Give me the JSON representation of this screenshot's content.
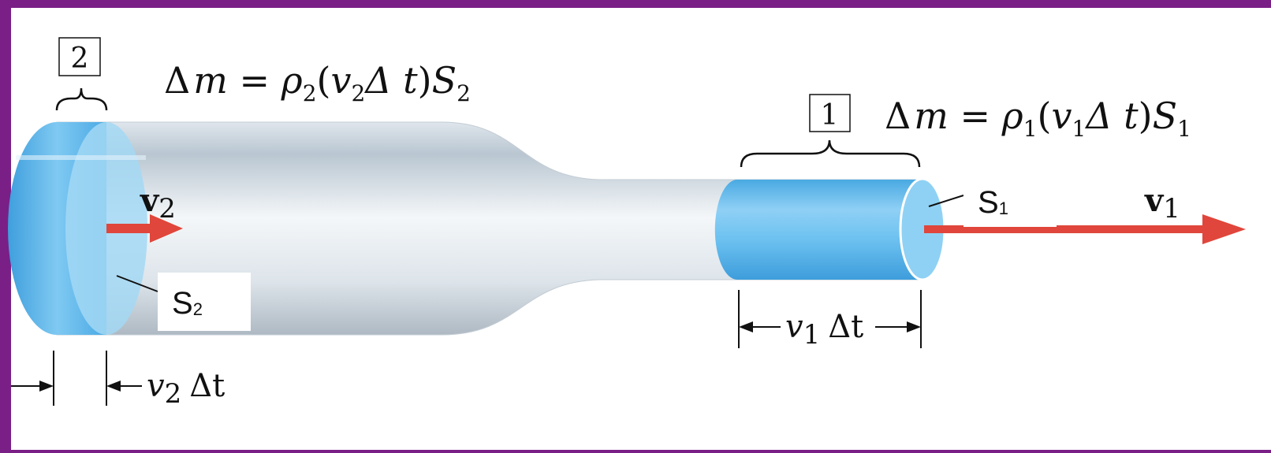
{
  "colors": {
    "frame": "#7a1f86",
    "background": "#ffffff",
    "fluid_blue": "#4fb3ea",
    "fluid_light": "#a9dcf6",
    "tube_gray": "#c9d2da",
    "arrow_red": "#e0463b"
  },
  "labels": {
    "region_2_box": "2",
    "region_1_box": "1",
    "mass_eq_2": {
      "delta": "Δ",
      "m": "m",
      "eq": " = ",
      "rho": "ρ",
      "sub": "2",
      "open": "(",
      "v": "v",
      "v_sub": "2",
      "dt": "Δ t",
      "close": ")",
      "S": "S",
      "S_sub": "2"
    },
    "mass_eq_1": {
      "delta": "Δ",
      "m": "m",
      "eq": " = ",
      "rho": "ρ",
      "sub": "1",
      "open": "(",
      "v": "v",
      "v_sub": "1",
      "dt": "Δ t",
      "close": ")",
      "S": "S",
      "S_sub": "1"
    },
    "v2_vec": {
      "v": "v",
      "sub": "2"
    },
    "v1_vec": {
      "v": "v",
      "sub": "1"
    },
    "S2": {
      "S": "S",
      "sub": "2"
    },
    "S1": {
      "S": "S",
      "sub": "1"
    },
    "v2_dt": {
      "v": "v",
      "sub": "2",
      "dt": "Δt"
    },
    "v1_dt": {
      "v": "v",
      "sub": "1",
      "dt": "Δt"
    }
  }
}
